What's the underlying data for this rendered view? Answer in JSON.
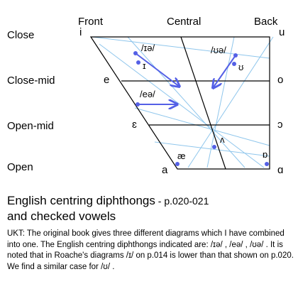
{
  "columns": {
    "front": "Front",
    "central": "Central",
    "back": "Back"
  },
  "rows": {
    "close": "Close",
    "close_mid": "Close-mid",
    "open_mid": "Open-mid",
    "open": "Open"
  },
  "vowels": {
    "i": "i",
    "u": "u",
    "e": "e",
    "o": "o",
    "epsilon": "ɛ",
    "open_o": "ɔ",
    "a": "a",
    "script_a": "ɑ",
    "ash": "æ",
    "wedge": "ʌ",
    "turned_a": "ɒ",
    "small_i": "ɪ",
    "upsilon": "ʊ"
  },
  "diphthongs": {
    "ie": "/ɪə/",
    "ue": "/ʊə/",
    "ee": "/eə/"
  },
  "title": {
    "main": "English centring diphthongs",
    "pages": " - p.020-021",
    "line2": "and checked vowels"
  },
  "note": "UKT: The original book gives three different diagrams which I have combined into one. The English centring diphthongs indicated are: /ɪə/ , /eə/ , /ʊə/ .  It is noted that in Roache's diagrams /ɪ/ on p.014 is lower than that shown on p.020. We find a similar case for /ʊ/ .",
  "colors": {
    "arrow": "#5460e6",
    "dot": "#5460e6",
    "guide": "#8fc6ec",
    "frame": "#000000"
  }
}
